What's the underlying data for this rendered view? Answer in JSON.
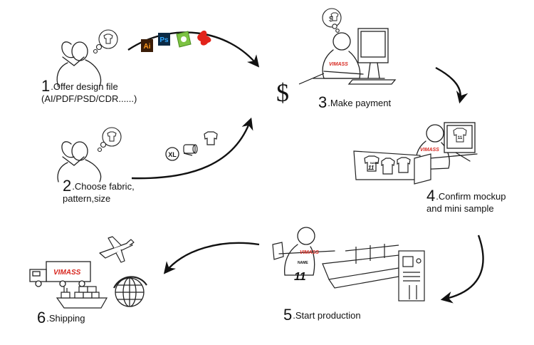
{
  "steps": [
    {
      "number": "1",
      "title": ".Offer design file",
      "subtitle": "(AI/PDF/PSD/CDR......)"
    },
    {
      "number": "2",
      "title": ".Choose fabric,",
      "subtitle": "pattern,size"
    },
    {
      "number": "3",
      "title": ".Make payment",
      "subtitle": ""
    },
    {
      "number": "4",
      "title": ".Confirm mockup",
      "subtitle": "and mini sample"
    },
    {
      "number": "5",
      "title": ".Start production",
      "subtitle": ""
    },
    {
      "number": "6",
      "title": ".Shipping",
      "subtitle": ""
    }
  ],
  "brand": "VIMASS",
  "jersey_name": "NAME",
  "jersey_number": "11",
  "currency_symbol": "$",
  "file_icons": [
    "Ai",
    "Ps",
    "CDR",
    "PDF"
  ],
  "size_badge": "XL",
  "colors": {
    "ai_bg": "#3b1d08",
    "ai_fg": "#ff9a1f",
    "ps_bg": "#0b2a45",
    "ps_fg": "#31a8ff",
    "cdr": "#7cc242",
    "pdf": "#e2231a",
    "brand_red": "#d7261e"
  }
}
